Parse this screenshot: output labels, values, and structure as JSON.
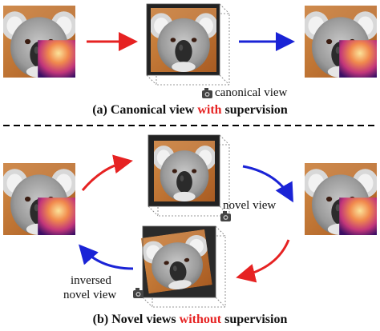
{
  "panel_a": {
    "camera_label": "canonical view",
    "caption": {
      "prefix": "(a) Canonical view ",
      "highlight": "with",
      "suffix": " supervision"
    }
  },
  "panel_b": {
    "novel_label": "novel view",
    "inversed_label_line1": "inversed",
    "inversed_label_line2": "novel view",
    "caption": {
      "prefix": "(b) Novel views ",
      "highlight": "without",
      "suffix": " supervision"
    }
  },
  "colors": {
    "red_arrow": "#e62222",
    "blue_arrow": "#1a23d6",
    "caption_highlight": "#e62222"
  },
  "icons": [
    "camera-icon",
    "arrow-right-icon",
    "curved-arrow-icon"
  ]
}
